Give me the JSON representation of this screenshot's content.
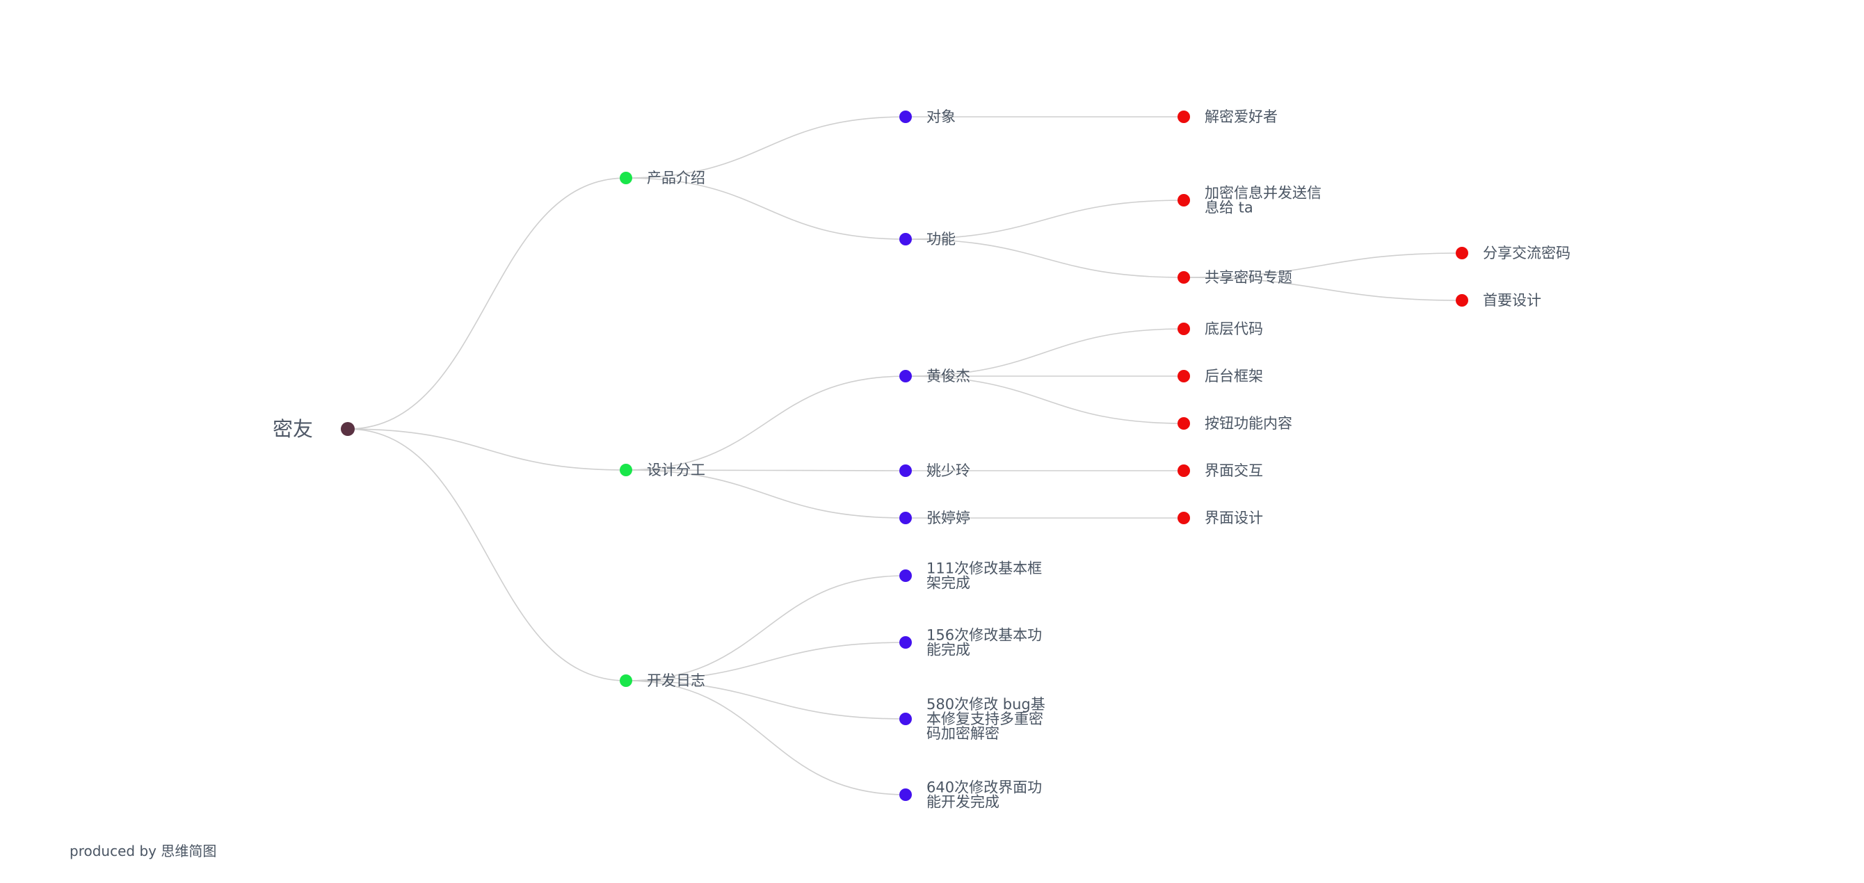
{
  "colors": {
    "root": "#5a3242",
    "level1": "#19e64a",
    "level2": "#4311ee",
    "level3": "#ee0b0b",
    "edge": "#cfcfcf",
    "text": "#4a5563"
  },
  "mindmap": {
    "root": {
      "id": "root",
      "label": "密友",
      "children": [
        {
          "id": "n1",
          "label": "产品介绍",
          "children": [
            {
              "id": "n1a",
              "label": "对象",
              "children": [
                {
                  "id": "n1a1",
                  "label": "解密爱好者"
                }
              ]
            },
            {
              "id": "n1b",
              "label": "功能",
              "children": [
                {
                  "id": "n1b1",
                  "label": "加密信息并发送信\n息给 ta"
                },
                {
                  "id": "n1b2",
                  "label": "共享密码专题",
                  "children": [
                    {
                      "id": "n1b2a",
                      "label": "分享交流密码"
                    },
                    {
                      "id": "n1b2b",
                      "label": "首要设计"
                    }
                  ]
                }
              ]
            }
          ]
        },
        {
          "id": "n2",
          "label": "设计分工",
          "children": [
            {
              "id": "n2a",
              "label": "黄俊杰",
              "children": [
                {
                  "id": "n2a1",
                  "label": "底层代码"
                },
                {
                  "id": "n2a2",
                  "label": "后台框架"
                },
                {
                  "id": "n2a3",
                  "label": "按钮功能内容"
                }
              ]
            },
            {
              "id": "n2b",
              "label": "姚少玲",
              "children": [
                {
                  "id": "n2b1",
                  "label": "界面交互"
                }
              ]
            },
            {
              "id": "n2c",
              "label": "张婷婷",
              "children": [
                {
                  "id": "n2c1",
                  "label": "界面设计"
                }
              ]
            }
          ]
        },
        {
          "id": "n3",
          "label": "开发日志",
          "children": [
            {
              "id": "n3a",
              "label": "111次修改基本框\n架完成"
            },
            {
              "id": "n3b",
              "label": "156次修改基本功\n能完成"
            },
            {
              "id": "n3c",
              "label": "580次修改 bug基\n本修复支持多重密\n码加密解密"
            },
            {
              "id": "n3d",
              "label": "640次修改界面功\n能开发完成"
            }
          ]
        }
      ]
    }
  },
  "footer": {
    "text": "produced by 思维简图"
  }
}
